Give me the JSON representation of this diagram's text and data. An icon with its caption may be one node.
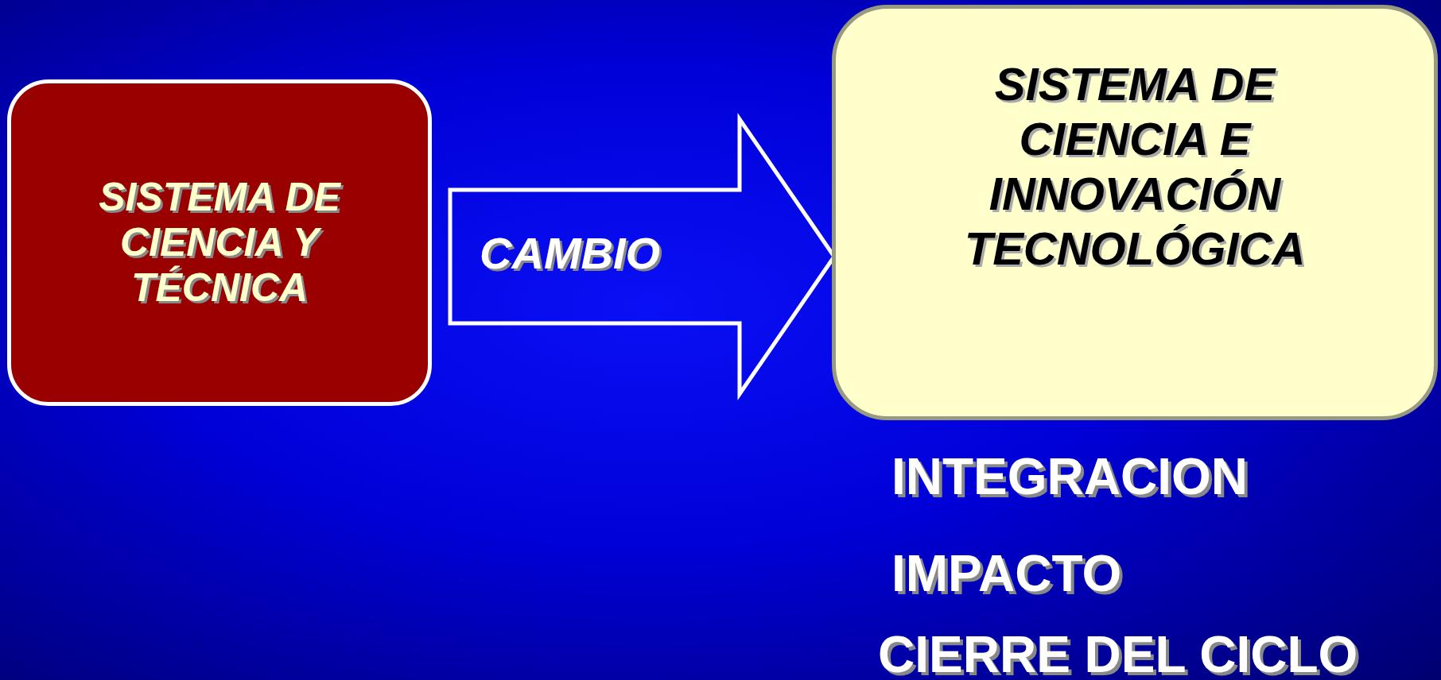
{
  "diagram": {
    "nodes": [
      {
        "text": [
          "SISTEMA DE CIENCIA Y TÉCNICA"
        ]
      },
      {
        "text": [
          "SISTEMA DE CIENCIA E INNOVACIÓN TECNOLÓGICA"
        ]
      }
    ],
    "edges": [
      {
        "from": 0,
        "to": 1,
        "arrow": "to",
        "label": "CAMBIO"
      }
    ],
    "labels": [
      "INTEGRACION",
      "IMPACTO",
      "CIERRE DEL CICLO"
    ]
  }
}
